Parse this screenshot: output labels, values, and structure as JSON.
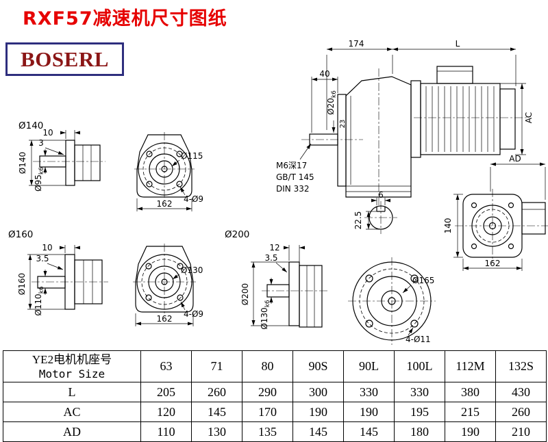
{
  "meta": {
    "title": "RXF57减速机尺寸图纸",
    "logo": "BOSERL"
  },
  "assembly": {
    "dim_174": "174",
    "dim_l": "L",
    "dim_40": "40",
    "shaft_dia": "Ø20",
    "shaft_tol": "k6",
    "dim_23": "23",
    "dim_ac": "AC",
    "dim_ad": "AD",
    "thread_note": "M6深17",
    "std_gb": "GB/T 145",
    "std_din": "DIN 332",
    "key_w": "6",
    "key_h": "22.5",
    "face_h": "140",
    "face_w": "162"
  },
  "flange140": {
    "label": "Ø140",
    "thk": "10",
    "step": "3",
    "spigot": "Ø95",
    "spigot_tol": "k6",
    "bolt_circle": "Ø115",
    "holes": "4-Ø9",
    "width": "162"
  },
  "flange160": {
    "label": "Ø160",
    "thk": "10",
    "step": "3.5",
    "spigot": "Ø110",
    "spigot_tol": "k6",
    "bolt_circle": "Ø130",
    "holes": "4-Ø9",
    "width": "162"
  },
  "flange200": {
    "label": "Ø200",
    "thk": "12",
    "step": "3.5",
    "spigot": "Ø130",
    "spigot_tol": "k6",
    "bolt_circle": "Ø165",
    "holes": "4-Ø11"
  },
  "table": {
    "header_cn": "YE2电机机座号",
    "header_en": "Motor Size",
    "sizes": [
      "63",
      "71",
      "80",
      "90S",
      "90L",
      "100L",
      "112M",
      "132S"
    ],
    "rows": [
      {
        "label": "L",
        "values": [
          "205",
          "260",
          "290",
          "300",
          "330",
          "330",
          "380",
          "430"
        ]
      },
      {
        "label": "AC",
        "values": [
          "120",
          "145",
          "170",
          "190",
          "190",
          "195",
          "215",
          "260"
        ]
      },
      {
        "label": "AD",
        "values": [
          "110",
          "130",
          "135",
          "145",
          "145",
          "180",
          "190",
          "210"
        ]
      }
    ]
  }
}
